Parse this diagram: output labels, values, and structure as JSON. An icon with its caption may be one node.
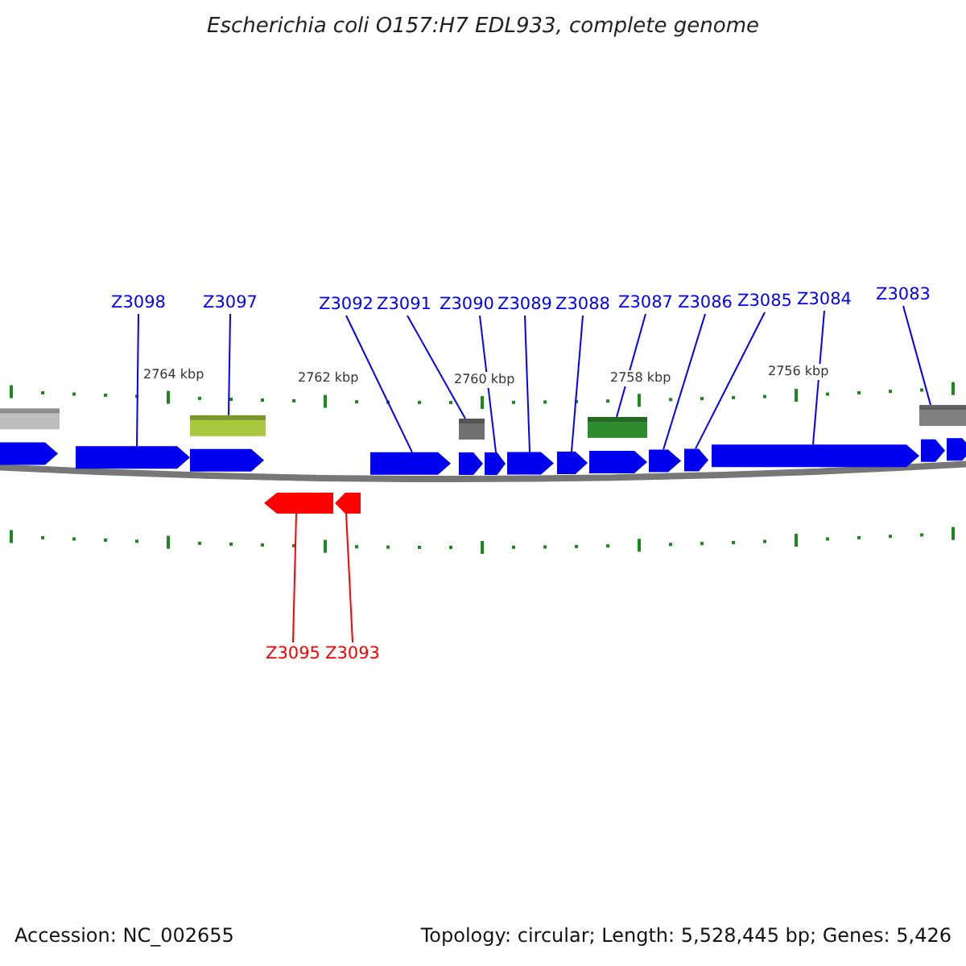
{
  "diagram": {
    "title": "Escherichia coli O157:H7 EDL933, complete genome",
    "nodes": [
      {
        "text": [
          "Z3098"
        ]
      },
      {
        "text": [
          "Z3097"
        ]
      },
      {
        "text": [
          "Z3092"
        ]
      },
      {
        "text": [
          "Z3091"
        ]
      },
      {
        "text": [
          "Z3090"
        ]
      },
      {
        "text": [
          "Z3089"
        ]
      },
      {
        "text": [
          "Z3088"
        ]
      },
      {
        "text": [
          "Z3087"
        ]
      },
      {
        "text": [
          "Z3086"
        ]
      },
      {
        "text": [
          "Z3085"
        ]
      },
      {
        "text": [
          "Z3084"
        ]
      },
      {
        "text": [
          "Z3083"
        ]
      },
      {
        "text": [
          "Z3095"
        ]
      },
      {
        "text": [
          "Z3093"
        ]
      },
      {
        "text": [],
        "shape": "box"
      },
      {
        "text": [],
        "shape": "bar"
      },
      {
        "text": [],
        "shape": "bar"
      },
      {
        "text": [],
        "shape": "bar"
      },
      {
        "text": [],
        "shape": "box"
      },
      {
        "text": [],
        "shape": "bar"
      },
      {
        "text": [],
        "shape": "bar"
      },
      {
        "text": [],
        "shape": "bar"
      },
      {
        "text": [],
        "shape": "box"
      },
      {
        "text": [],
        "shape": "bar"
      },
      {
        "text": [],
        "shape": "bar"
      },
      {
        "text": [],
        "shape": "bar"
      },
      {
        "text": [],
        "shape": "bar"
      },
      {
        "text": [],
        "shape": "box"
      },
      {
        "text": [],
        "shape": "bar"
      },
      {
        "text": [],
        "shape": "bar"
      },
      {
        "text": [],
        "shape": "bar"
      },
      {
        "text": [],
        "shape": "bar"
      },
      {
        "text": [],
        "shape": "box"
      },
      {
        "text": [],
        "shape": "bar"
      },
      {
        "text": [],
        "shape": "bar"
      }
    ],
    "edges": [
      {
        "from": 0,
        "to": 16,
        "arrow": "none"
      },
      {
        "from": 1,
        "to": 18,
        "arrow": "none"
      },
      {
        "from": 2,
        "to": 21,
        "arrow": "none"
      },
      {
        "from": 3,
        "to": 22,
        "arrow": "none"
      },
      {
        "from": 4,
        "to": 24,
        "arrow": "none"
      },
      {
        "from": 5,
        "to": 25,
        "arrow": "none"
      },
      {
        "from": 6,
        "to": 26,
        "arrow": "none"
      },
      {
        "from": 7,
        "to": 27,
        "arrow": "none"
      },
      {
        "from": 8,
        "to": 29,
        "arrow": "none"
      },
      {
        "from": 9,
        "to": 30,
        "arrow": "none"
      },
      {
        "from": 10,
        "to": 31,
        "arrow": "none"
      },
      {
        "from": 11,
        "to": 32,
        "arrow": "none"
      },
      {
        "from": 12,
        "to": 19,
        "arrow": "none",
        "color": "#ff0000"
      },
      {
        "from": 13,
        "to": 20,
        "arrow": "none",
        "color": "#ff0000"
      }
    ],
    "labels": [
      "2764 kbp",
      "2762 kbp",
      "2760 kbp",
      "2758 kbp",
      "2756 kbp",
      "Accession: NC_002655",
      "Topology: circular; Length: 5,528,445 bp; Genes: 5,426"
    ]
  }
}
